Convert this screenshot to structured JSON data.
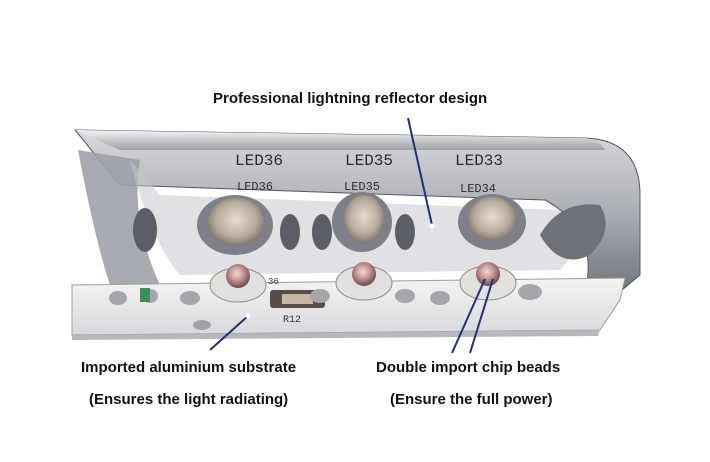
{
  "annotations": {
    "reflector": "Professional lightning reflector design",
    "substrate": "Imported aluminium substrate",
    "substrate_note": "(Ensures the light radiating)",
    "chips": "Double import chip beads",
    "chips_note": "(Ensure the full power)"
  },
  "board_markings": {
    "led_top": [
      "LED36",
      "LED35",
      "LED33"
    ],
    "led_mid": [
      "LED36",
      "LED35",
      "LED34"
    ],
    "pcb_r": "R12",
    "pcb_led": "36"
  },
  "colors": {
    "annotation_line": "#1f2f7a",
    "label_text": "#111111",
    "metal": "#b9bcc2",
    "pcb": "#e9e9ea"
  }
}
